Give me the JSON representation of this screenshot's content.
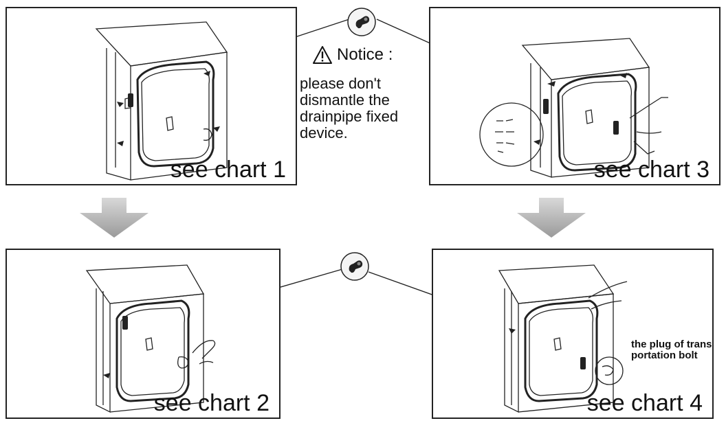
{
  "notice": {
    "title": "Notice :",
    "body": "please don't dismantle the drainpipe fixed device."
  },
  "panels": [
    {
      "id": "chart1",
      "caption": "see chart 1"
    },
    {
      "id": "chart2",
      "caption": "see chart 2"
    },
    {
      "id": "chart3",
      "caption": "see chart 3"
    },
    {
      "id": "chart4",
      "caption": "see chart 4"
    }
  ],
  "plug_note": "the plug of trans portation bolt",
  "icons": [
    "warning-triangle-icon",
    "drainpipe-fixing-device-icon",
    "down-arrow-icon",
    "hand-icon",
    "washing-machine-illustration"
  ],
  "colors": {
    "line": "#222222",
    "arrow": "#b0b0b0",
    "background": "#ffffff"
  }
}
